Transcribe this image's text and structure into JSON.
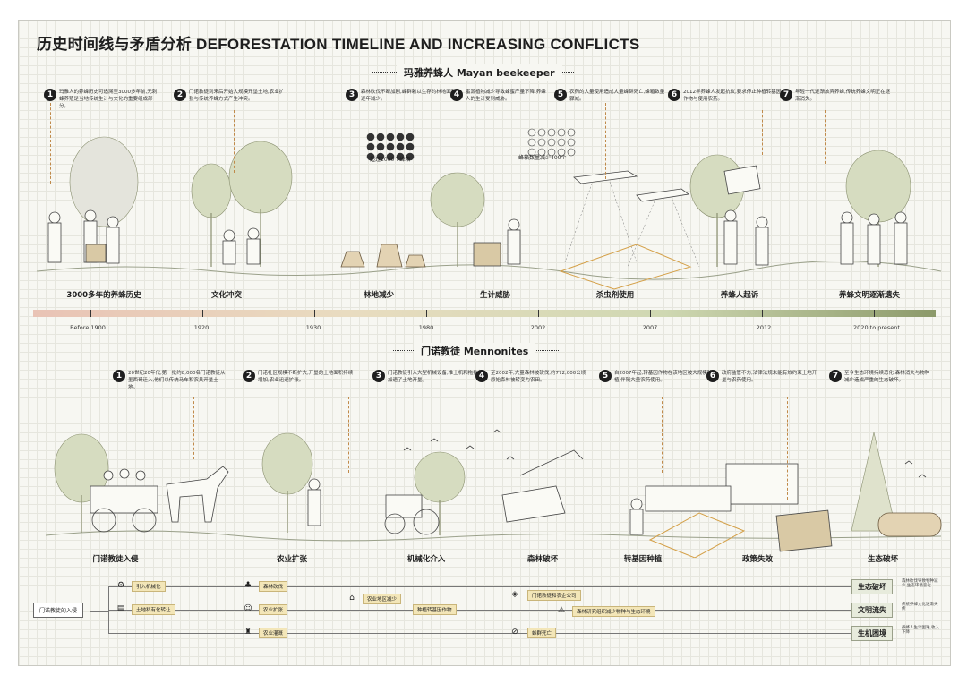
{
  "title": "历史时间线与矛盾分析 DEFORESTATION TIMELINE AND INCREASING CONFLICTS",
  "mayan": {
    "section_title": "玛雅养蜂人 Mayan beekeeper",
    "stages": [
      {
        "num": "1",
        "note": "玛雅人的养蜂历史可追溯至3000多年前,无刺蜂养殖是当地传统生计与文化的重要组成部分。",
        "label": "3000多年的养蜂历史"
      },
      {
        "num": "2",
        "note": "门诺教徒到来后开始大规模开垦土地,农业扩张与传统养蜂方式产生冲突。",
        "label": "文化冲突"
      },
      {
        "num": "3",
        "note": "森林砍伐不断加剧,蜂群赖以生存的林地面积逐年减少。",
        "label": "林地减少"
      },
      {
        "num": "4",
        "note": "蜜源植物减少导致蜂蜜产量下降,养蜂人的生计受到威胁。",
        "label": "生计威胁"
      },
      {
        "num": "5",
        "note": "农药的大量使用造成大量蜂群死亡,蜂箱数量骤减。",
        "label": "杀虫剂使用"
      },
      {
        "num": "6",
        "note": "2012年养蜂人发起抗议,要求停止种植转基因作物与使用农药。",
        "label": "养蜂人起诉"
      },
      {
        "num": "7",
        "note": "年轻一代逐渐放弃养蜂,传统养蜂文明正在逐渐消失。",
        "label": "养蜂文明逐渐遗失"
      }
    ],
    "hive_caption_1": "超过2000个蜂箱",
    "hive_caption_2": "蜂箱数量减少400个"
  },
  "timeline": {
    "years": [
      "Before 1900",
      "1920",
      "1930",
      "1980",
      "2002",
      "2007",
      "2012",
      "2020 to present"
    ]
  },
  "mennonite": {
    "section_title": "门诺教徒 Mennonites",
    "stages": [
      {
        "num": "1",
        "note": "20世纪20年代,第一批约8,000名门诺教徒从墨西哥迁入,他们以传统马车和农具开垦土地。",
        "label": "门诺教徒入侵"
      },
      {
        "num": "2",
        "note": "门诺社区规模不断扩大,开垦的土地面积持续增加,农业迅速扩张。",
        "label": "农业扩张"
      },
      {
        "num": "3",
        "note": "门诺教徒引入大型机械设备,推土机和拖拉机加速了土地开垦。",
        "label": "机械化介入"
      },
      {
        "num": "4",
        "note": "至2002年,大量森林被砍伐,约772,000公顷原始森林被转变为农田。",
        "label": "森林破坏"
      },
      {
        "num": "5",
        "note": "自2007年起,转基因作物在该地区被大规模种植,伴随大量农药使用。",
        "label": "转基因种植"
      },
      {
        "num": "6",
        "note": "政府监管不力,法律法规未能有效约束土地开垦与农药使用。",
        "label": "政策失效"
      },
      {
        "num": "7",
        "note": "至今生态环境持续恶化,森林消失与物种减少造成严重的生态破坏。",
        "label": "生态破坏"
      }
    ]
  },
  "flow": {
    "start": "门诺教徒的入侵",
    "nodes": [
      "引入机械化",
      "土地私有化转让",
      "农业扩张",
      "农业灌溉",
      "森林砍伐",
      "农业地区减少",
      "种植转基因作物",
      "门诺教徒和农企公司",
      "森林研究组织减少物种与生态环境",
      "蜂群死亡"
    ],
    "results": [
      {
        "title": "生态破坏",
        "sub": "森林砍伐导致物种减少,生态环境恶化"
      },
      {
        "title": "文明流失",
        "sub": "传统养蜂文化逐渐失传"
      },
      {
        "title": "生机困境",
        "sub": "养蜂人生计困难,收入下降"
      }
    ]
  },
  "colors": {
    "timeline_start": "#e9c3b5",
    "timeline_end": "#8c9a6a",
    "lead_line": "#c08a4a",
    "flow_node": "#f3e6b8",
    "result_box": "#e7ebdc"
  },
  "icons": [
    "badge-number",
    "hive-hexagon-icon",
    "tree-illustration",
    "bee-icon",
    "airplane-icon",
    "tractor-icon",
    "warning-icon",
    "gear-icon"
  ]
}
